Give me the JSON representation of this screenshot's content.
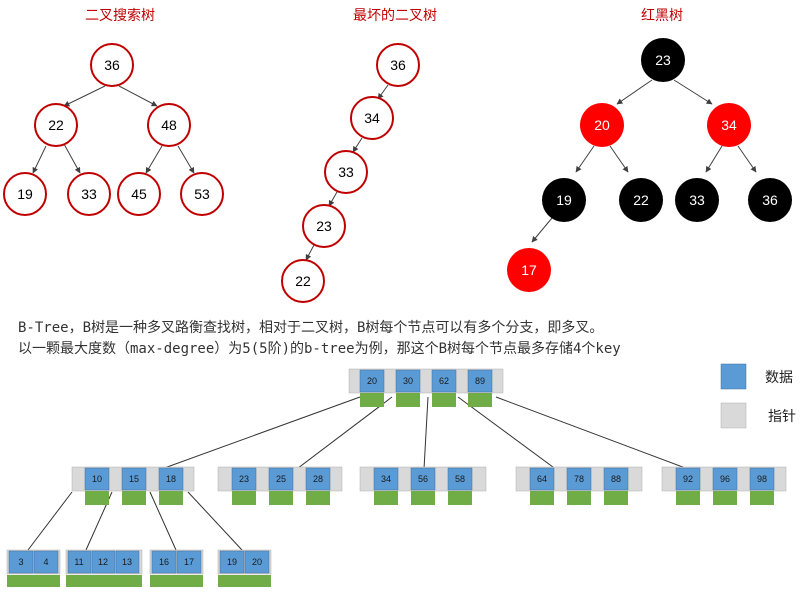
{
  "titles": {
    "bst": "二叉搜索树",
    "worst": "最坏的二叉树",
    "rbt": "红黑树"
  },
  "bst": {
    "root": "36",
    "l1": [
      "22",
      "48"
    ],
    "l2": [
      "19",
      "33",
      "45",
      "53"
    ]
  },
  "worst": {
    "nodes": [
      "36",
      "34",
      "33",
      "23",
      "22"
    ]
  },
  "rbt": {
    "root": "23",
    "l1": [
      "20",
      "34"
    ],
    "l2": [
      "19",
      "22",
      "33",
      "36"
    ],
    "l3": [
      "17"
    ]
  },
  "description": {
    "line1": "B-Tree，B树是一种多叉路衡查找树，相对于二叉树，B树每个节点可以有多个分支，即多叉。",
    "line2": "以一颗最大度数（max-degree）为5(5阶)的b-tree为例，那这个B树每个节点最多存储4个key"
  },
  "btree": {
    "root": [
      "20",
      "30",
      "62",
      "89"
    ],
    "level1": [
      [
        "10",
        "15",
        "18"
      ],
      [
        "23",
        "25",
        "28"
      ],
      [
        "34",
        "56",
        "58"
      ],
      [
        "64",
        "78",
        "88"
      ],
      [
        "92",
        "96",
        "98"
      ]
    ],
    "leaves": [
      [
        "3",
        "4"
      ],
      [
        "11",
        "12",
        "13"
      ],
      [
        "16",
        "17"
      ],
      [
        "19",
        "20"
      ]
    ]
  },
  "legend": {
    "data_label": "数据",
    "pointer_label": "指针",
    "data_color": "#5b9bd5",
    "pointer_color": "#d9d9d9"
  },
  "colors": {
    "bst_stroke": "#c00000",
    "red_node": "#ff0000",
    "black_node": "#000000",
    "key_blue": "#5b9bd5",
    "pointer_green": "#70ad47"
  }
}
